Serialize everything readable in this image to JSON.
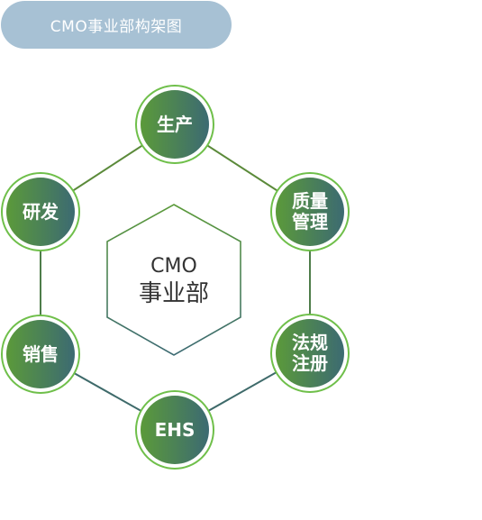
{
  "header": {
    "title": "CMO事业部构架图"
  },
  "center": {
    "line1": "CMO",
    "line2": "事业部"
  },
  "nodes": [
    {
      "key": "production",
      "label": "生产"
    },
    {
      "key": "quality",
      "label": "质量\n管理"
    },
    {
      "key": "regulatory",
      "label": "法规\n注册"
    },
    {
      "key": "ehs",
      "label": "EHS"
    },
    {
      "key": "sales",
      "label": "销售"
    },
    {
      "key": "rnd",
      "label": "研发"
    }
  ],
  "colors": {
    "accent_green": "#6fbf4a",
    "line_green": "#5b9a3a",
    "line_blue": "#3c6a72",
    "header_bg": "#a7c1d4"
  }
}
